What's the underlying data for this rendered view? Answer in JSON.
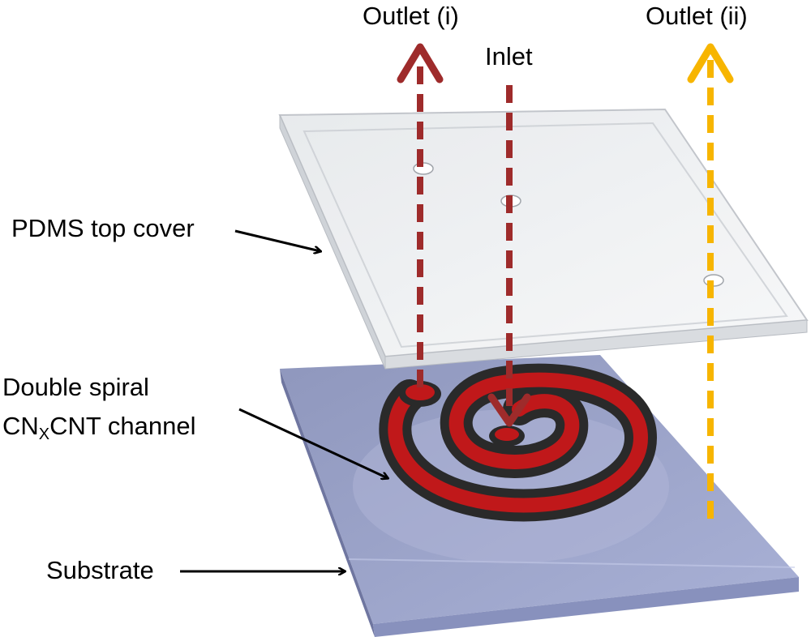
{
  "labels": {
    "outlet_i": "Outlet (i)",
    "inlet": "Inlet",
    "outlet_ii": "Outlet (ii)",
    "pdms_cover": "PDMS top cover",
    "channel_line1": "Double spiral",
    "channel_cn": "CN",
    "channel_sub": "X",
    "channel_rest": "CNT channel",
    "substrate": "Substrate"
  },
  "colors": {
    "outlet_i_arrow": "#9e2b2b",
    "inlet_arrow": "#9e2b2b",
    "outlet_ii_arrow": "#f7b500",
    "channel_fill": "#c0181a",
    "channel_wall": "#2a2a2a",
    "substrate": "#9ea6cc",
    "pdms": "#e8ebee"
  }
}
